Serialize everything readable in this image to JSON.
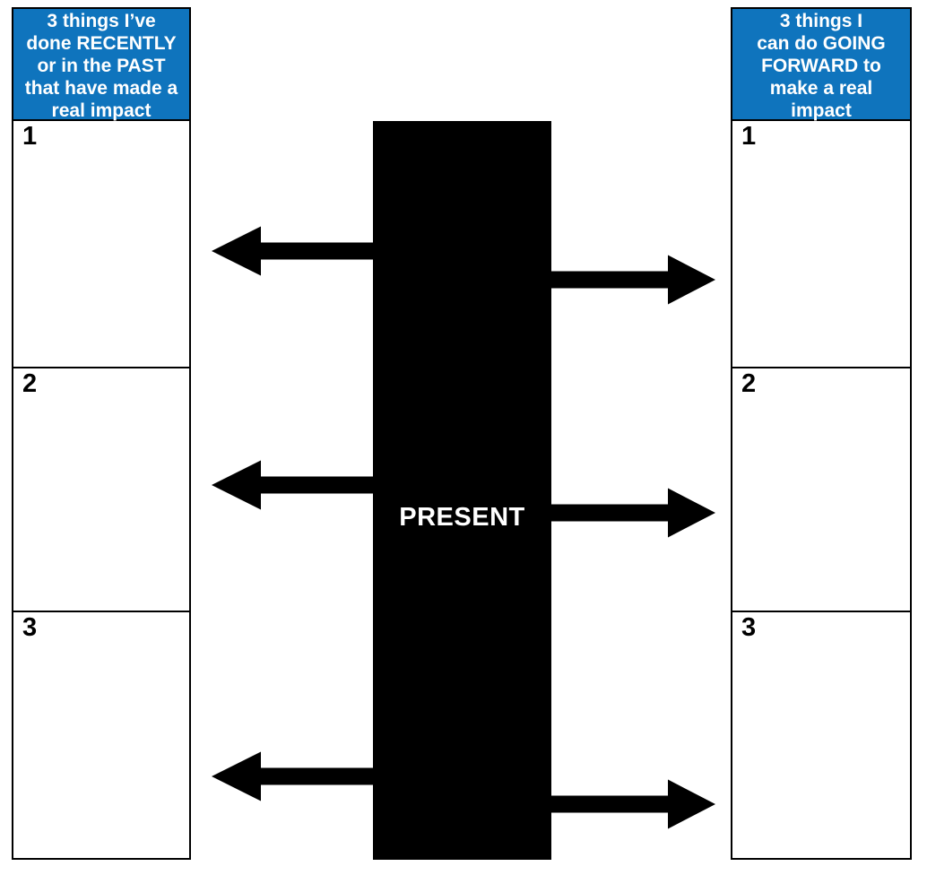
{
  "colors": {
    "header_blue": "#0F74BD",
    "bar_black": "#000000",
    "header_text_white": "#FFFFFF",
    "border_black": "#000000"
  },
  "left_column": {
    "header_lines": [
      "3 things I’ve",
      "done RECENTLY",
      "or in the PAST",
      "that have made a",
      "real impact"
    ],
    "boxes": [
      {
        "number": "1"
      },
      {
        "number": "2"
      },
      {
        "number": "3"
      }
    ]
  },
  "center": {
    "label": "PRESENT"
  },
  "right_column": {
    "header_lines": [
      "3 things I",
      "can do GOING",
      "FORWARD to",
      "make a real",
      "impact"
    ],
    "boxes": [
      {
        "number": "1"
      },
      {
        "number": "2"
      },
      {
        "number": "3"
      }
    ]
  }
}
